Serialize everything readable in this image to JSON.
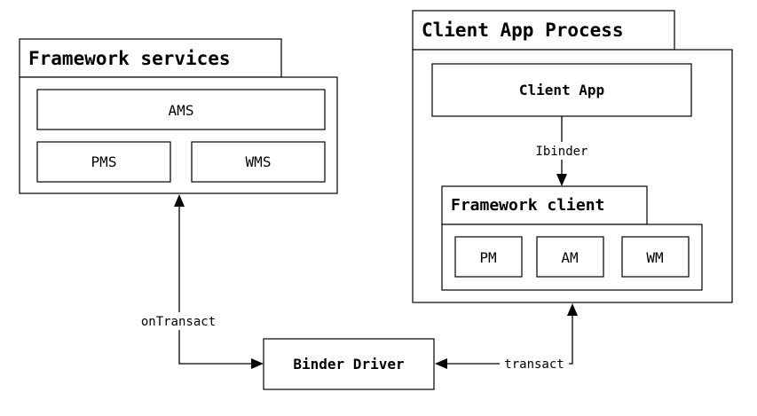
{
  "framework_services": {
    "title": "Framework services",
    "ams": "AMS",
    "pms": "PMS",
    "wms": "WMS"
  },
  "client_process": {
    "title": "Client App Process",
    "client_app": "Client App",
    "ibinder_label": "Ibinder",
    "framework_client": {
      "title": "Framework client",
      "pm": "PM",
      "am": "AM",
      "wm": "WM"
    }
  },
  "binder_driver": "Binder Driver",
  "edges": {
    "on_transact": "onTransact",
    "transact": "transact"
  }
}
